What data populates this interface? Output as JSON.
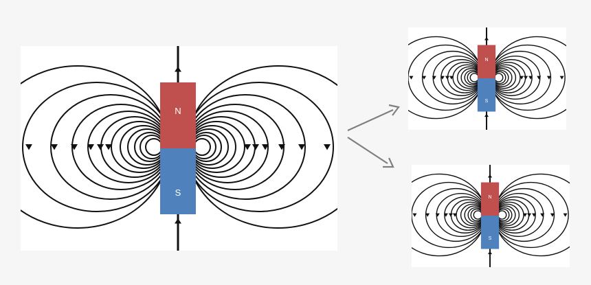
{
  "colors": {
    "background": "#f6f6f6",
    "panel": "#ffffff",
    "north_pole": "#c0504d",
    "south_pole": "#4f81bd",
    "field_lines": "#111111",
    "transition_arrows": "#7f7f7f"
  },
  "magnets": {
    "main": {
      "north_label": "N",
      "south_label": "S"
    },
    "top": {
      "north_label": "N",
      "south_label": "S"
    },
    "bottom": {
      "north_label": "N",
      "south_label": "S"
    }
  }
}
